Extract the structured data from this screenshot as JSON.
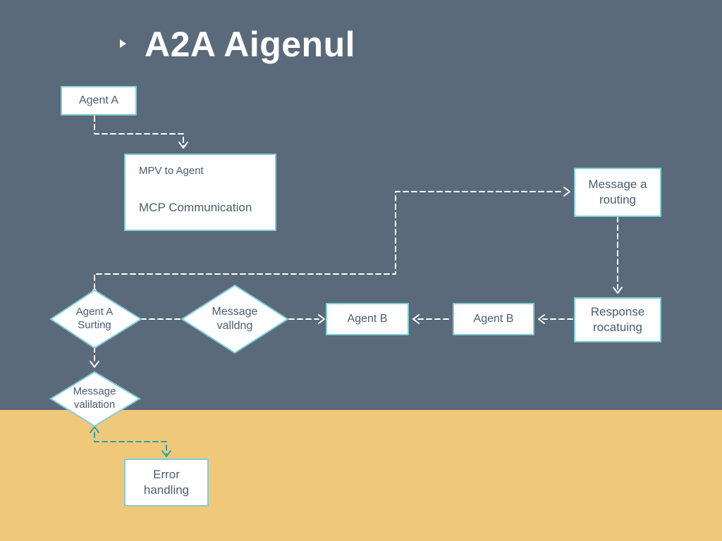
{
  "colors": {
    "background_top": "#5a6a7a",
    "background_bottom": "#f0c87a",
    "node_fill": "#ffffff",
    "node_border": "#7fcfd6",
    "node_text": "#4a5d70",
    "connector_light": "#ffffff",
    "connector_on_yellow": "#2aa3a8"
  },
  "title": {
    "marker_icon": "triangle-right",
    "text": "A2A Aigenul"
  },
  "nodes": {
    "agent_a": {
      "text": "Agent A"
    },
    "mpv_box": {
      "line1": "MPV to Agent",
      "line2": "MCP Communication"
    },
    "message_routing": {
      "line1": "Message a",
      "line2": "routing"
    },
    "agent_a_surting": {
      "line1": "Agent A",
      "line2": "Surting"
    },
    "message_valldng": {
      "line1": "Message",
      "line2": "valldng"
    },
    "agent_b_left": {
      "text": "Agent B"
    },
    "agent_b_right": {
      "text": "Agent B"
    },
    "response_rocatuing": {
      "line1": "Response",
      "line2": "rocatuing"
    },
    "message_validation": {
      "line1": "Message",
      "line2": "valilation"
    },
    "error_handling": {
      "line1": "Error",
      "line2": "handling"
    }
  }
}
